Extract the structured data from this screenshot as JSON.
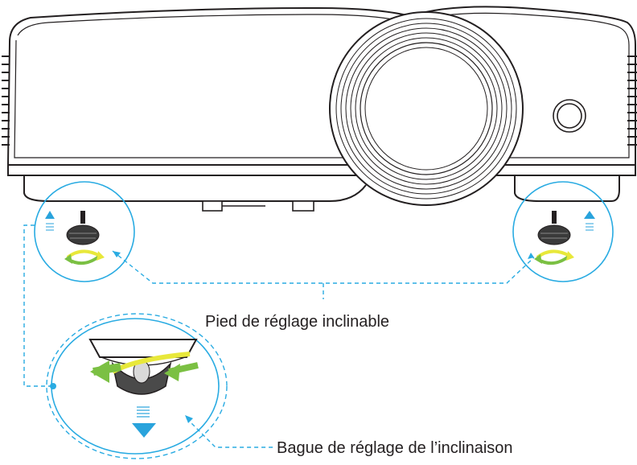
{
  "labels": {
    "tilt_foot": "Pied de réglage inclinable",
    "tilt_ring": "Bague de réglage de l’inclinaison"
  },
  "colors": {
    "outline": "#231f20",
    "callout": "#29abe2",
    "arrow_green": "#7bc043",
    "arrow_yellow": "#e8e83a",
    "arrow_blue": "#29a3dc"
  },
  "icons": {
    "projector": "projector-illustration",
    "rotate": "rotate-arrows-icon",
    "up": "arrow-up-icon",
    "down": "arrow-down-icon"
  }
}
